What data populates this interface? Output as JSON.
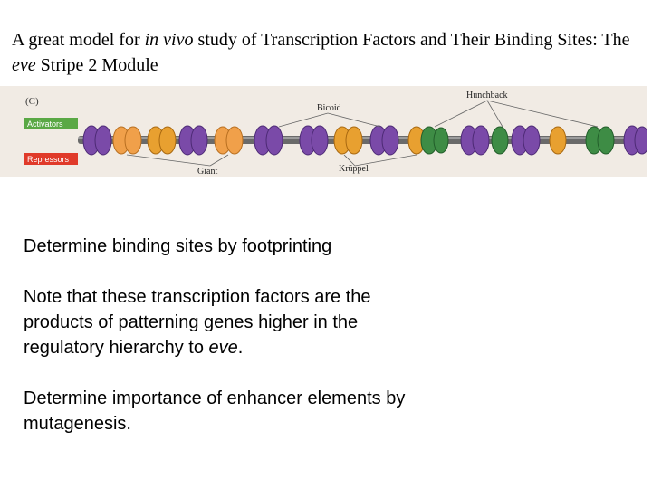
{
  "slide": {
    "title": {
      "part1": "A great model for ",
      "italic1": "in vivo",
      "part2": " study of Transcription Factors and Their Binding Sites: The ",
      "italic2": "eve",
      "part3": " Stripe 2 Module"
    },
    "figure": {
      "panel_label": "(C)",
      "activators_label": "Activators",
      "repressors_label": "Repressors",
      "bicoid_label": "Bicoid",
      "hunchback_label": "Hunchback",
      "giant_label": "Giant",
      "kruppel_label": "Krüppel",
      "colors": {
        "activator_tag": "#5aa845",
        "repressor_tag": "#e03a2a",
        "bicoid": "#7a4aa8",
        "hunchback": "#3e8c45",
        "giant": "#f0a04a",
        "kruppel": "#e8a030",
        "dna": "#6a6a6a"
      }
    },
    "paragraphs": {
      "p1": "Determine binding sites by footprinting",
      "p2_main": "Note that these transcription factors are the products of patterning genes higher in the regulatory hierarchy to ",
      "p2_italic": "eve",
      "p2_end": ".",
      "p3": "Determine importance of enhancer elements by mutagenesis."
    }
  }
}
